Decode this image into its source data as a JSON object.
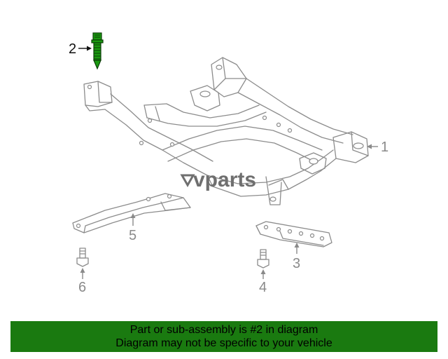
{
  "diagram": {
    "callouts": {
      "c1": "1",
      "c2": "2",
      "c3": "3",
      "c4": "4",
      "c5": "5",
      "c6": "6"
    },
    "watermark": "vparts"
  },
  "banner": {
    "line1": "Part or sub-assembly is #2 in diagram",
    "line2": "Diagram may not be specific to your vehicle"
  },
  "colors": {
    "banner_bg": "#1a7a10",
    "highlight_part": "#1a9a10",
    "line_art": "#8c8c8c"
  }
}
